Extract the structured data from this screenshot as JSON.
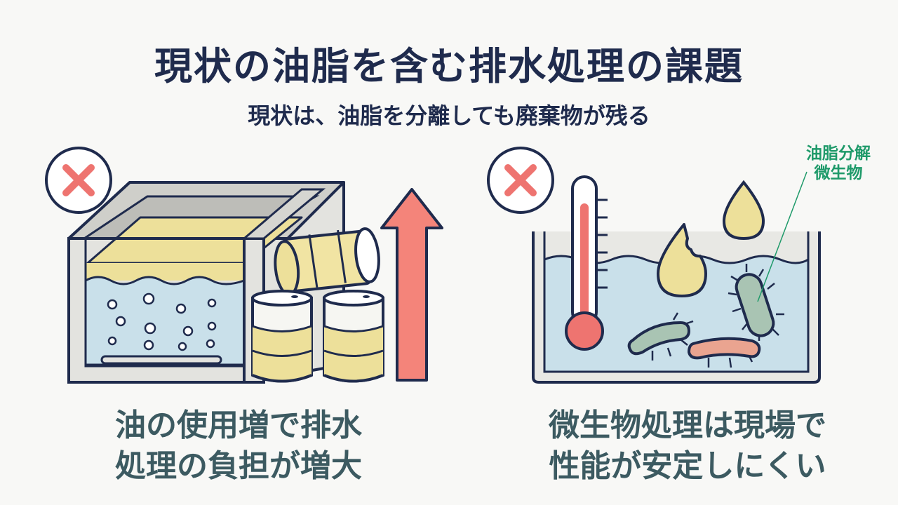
{
  "title": "現状の油脂を含む排水処理の課題",
  "subtitle": "現状は、油脂を分離しても廃棄物が残る",
  "left_panel": {
    "caption_line1": "油の使用増で排水",
    "caption_line2": "処理の負担が増大"
  },
  "right_panel": {
    "callout_line1": "油脂分解",
    "callout_line2": "微生物",
    "caption_line1": "微生物処理は現場で",
    "caption_line2": "性能が安定しにくい"
  },
  "icons": {
    "left_status": "cross-mark-icon",
    "right_status": "cross-mark-icon",
    "increase": "up-arrow-icon",
    "temperature": "thermometer-icon"
  },
  "colors": {
    "navy": "#1f2b4d",
    "cross_red": "#ee7470",
    "oil_yellow": "#ede09a",
    "water_blue": "#c9e0ea",
    "arrow_red": "#f4847a",
    "microbe_green": "#1f9a6a",
    "caption_teal": "#3c5a61"
  }
}
